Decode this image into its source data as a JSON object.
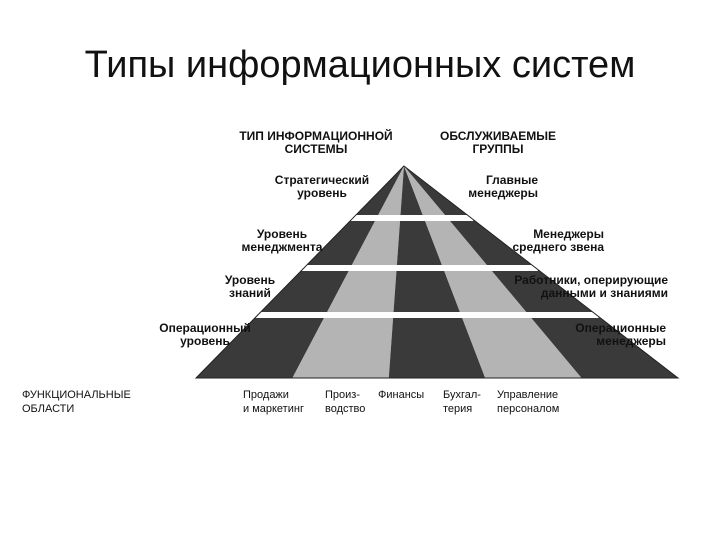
{
  "title": "Типы информационных систем",
  "headers": {
    "left": "ТИП ИНФОРМАЦИОННОЙ\nСИСТЕМЫ",
    "right": "ОБСЛУЖИВАЕМЫЕ\nГРУППЫ"
  },
  "levels": [
    {
      "system": "Стратегический\nуровень",
      "group": "Главные\nменеджеры"
    },
    {
      "system": "Уровень\nменеджмента",
      "group": "Менеджеры\nсреднего звена"
    },
    {
      "system": "Уровень\nзнаний",
      "group": "Работники, оперирующие\nданными и знаниями"
    },
    {
      "system": "Операционный\nуровень",
      "group": "Операционные\nменеджеры"
    }
  ],
  "functional_areas_label": "ФУНКЦИОНАЛЬНЫЕ\nОБЛАСТИ",
  "functional_areas": [
    "Продажи\nи маркетинг",
    "Произ-\nводство",
    "Финансы",
    "Бухгал-\nтерия",
    "Управление\nперсоналом"
  ],
  "colors": {
    "dark_stripe": "#3a3a3a",
    "light_stripe": "#b4b4b4",
    "band_gap": "#ffffff"
  }
}
